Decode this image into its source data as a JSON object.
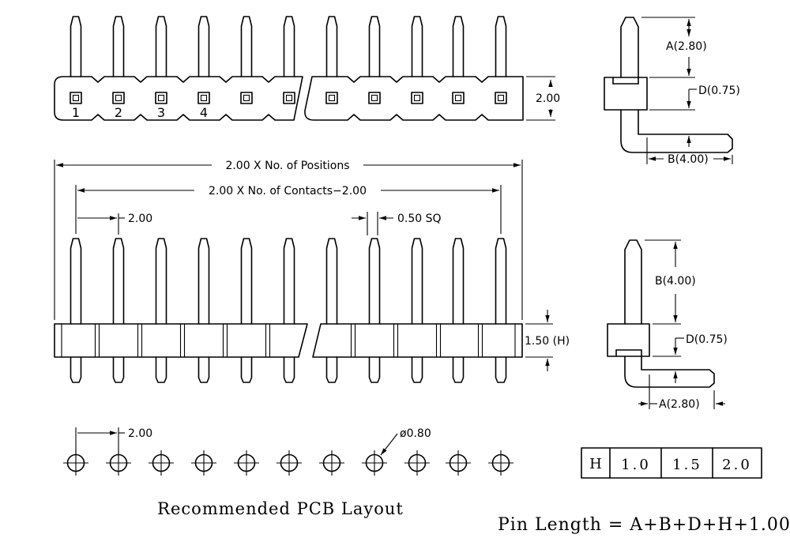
{
  "drawing": {
    "pin_numbers": [
      "1",
      "2",
      "3",
      "4"
    ],
    "dimensions": {
      "header_height": "2.00",
      "overall_length": "2.00 X No. of Positions",
      "contacts_length": "2.00 X No. of Contacts−2.00",
      "pitch_top": "2.00",
      "pin_size": "0.50 SQ",
      "insulator_height": "1.50 (H)",
      "pitch_pcb": "2.00",
      "hole_diameter": "ø0.80"
    },
    "side_view_top": {
      "a_label": "A(2.80)",
      "d_label": "D(0.75)",
      "b_label": "B(4.00)"
    },
    "side_view_bottom": {
      "b_label": "B(4.00)",
      "d_label": "D(0.75)",
      "a_label": "A(2.80)"
    },
    "pcb_caption": "Recommended PCB Layout",
    "height_table": {
      "header": "H",
      "values": [
        "1.0",
        "1.5",
        "2.0"
      ]
    },
    "formula": "Pin Length = A+B+D+H+1.00"
  }
}
